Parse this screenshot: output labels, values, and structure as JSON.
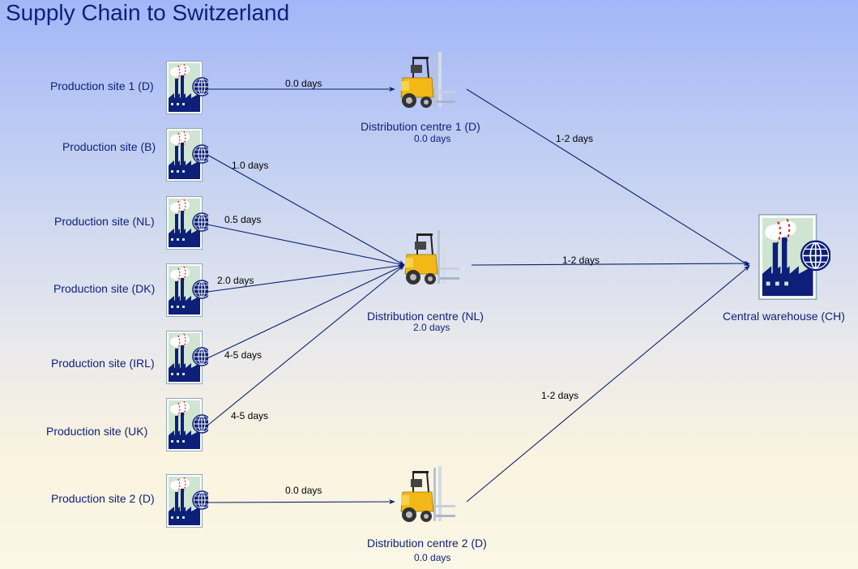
{
  "title": "Supply Chain to Switzerland",
  "icons": {
    "production": "factory-globe-icon",
    "distribution": "forklift-icon",
    "warehouse": "factory-globe-icon"
  },
  "colors": {
    "edge": "#0b1f6e",
    "label": "#0c1f7a",
    "bg_top": "#a3b6f7",
    "bg_bottom": "#fbf7e6"
  },
  "production_sites": [
    {
      "id": "p1",
      "label": "Production site 1 (D)"
    },
    {
      "id": "pb",
      "label": "Production site (B)"
    },
    {
      "id": "pnl",
      "label": "Production site (NL)"
    },
    {
      "id": "pdk",
      "label": "Production site (DK)"
    },
    {
      "id": "pirl",
      "label": "Production site (IRL)"
    },
    {
      "id": "puk",
      "label": "Production site (UK)"
    },
    {
      "id": "p2",
      "label": "Production site 2 (D)"
    }
  ],
  "distribution_centres": [
    {
      "id": "d1",
      "label": "Distribution centre 1 (D)",
      "time": "0.0 days"
    },
    {
      "id": "dnl",
      "label": "Distribution centre (NL)",
      "time": "2.0 days"
    },
    {
      "id": "d2",
      "label": "Distribution centre 2 (D)",
      "time": "0.0 days"
    }
  ],
  "warehouse": {
    "id": "ch",
    "label": "Central warehouse (CH)"
  },
  "edges": [
    {
      "from": "p1",
      "to": "d1",
      "label": "0.0 days"
    },
    {
      "from": "pb",
      "to": "dnl",
      "label": "1.0 days"
    },
    {
      "from": "pnl",
      "to": "dnl",
      "label": "0.5 days"
    },
    {
      "from": "pdk",
      "to": "dnl",
      "label": "2.0 days"
    },
    {
      "from": "pirl",
      "to": "dnl",
      "label": "4-5 days"
    },
    {
      "from": "puk",
      "to": "dnl",
      "label": "4-5 days"
    },
    {
      "from": "p2",
      "to": "d2",
      "label": "0.0 days"
    },
    {
      "from": "d1",
      "to": "ch",
      "label": "1-2 days"
    },
    {
      "from": "dnl",
      "to": "ch",
      "label": "1-2 days"
    },
    {
      "from": "d2",
      "to": "ch",
      "label": "1-2 days"
    }
  ]
}
